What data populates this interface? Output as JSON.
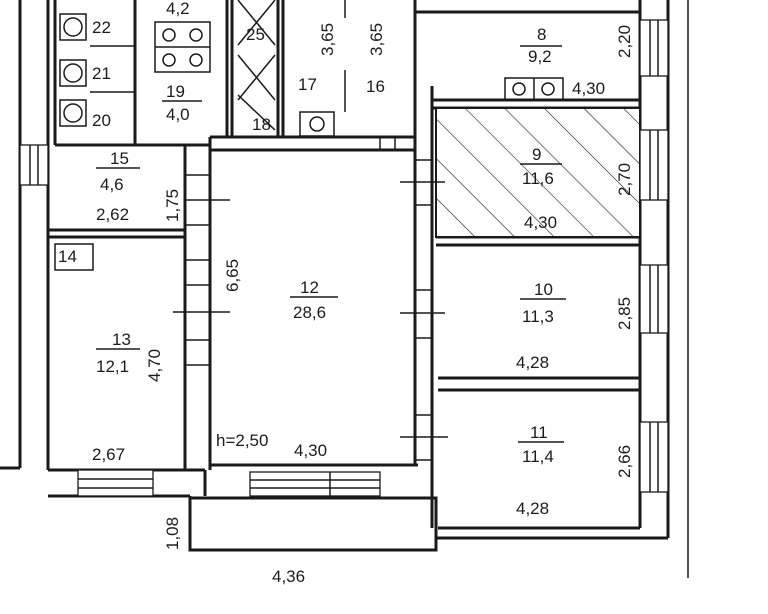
{
  "rooms": [
    {
      "id": "room-22",
      "number": "22"
    },
    {
      "id": "room-21",
      "number": "21"
    },
    {
      "id": "room-20",
      "number": "20"
    },
    {
      "id": "room-top-left",
      "area": "4,2"
    },
    {
      "id": "room-19",
      "number": "19",
      "area": "4,0"
    },
    {
      "id": "room-25",
      "number": "25"
    },
    {
      "id": "room-18",
      "number": "18"
    },
    {
      "id": "room-17",
      "number": "17"
    },
    {
      "id": "room-16",
      "number": "16"
    },
    {
      "id": "room-8",
      "number": "8",
      "area": "9,2"
    },
    {
      "id": "room-15",
      "number": "15",
      "area": "4,6"
    },
    {
      "id": "room-14",
      "number": "14"
    },
    {
      "id": "room-9",
      "number": "9",
      "area": "11,6"
    },
    {
      "id": "room-12",
      "number": "12",
      "area": "28,6"
    },
    {
      "id": "room-13",
      "number": "13",
      "area": "12,1"
    },
    {
      "id": "room-10",
      "number": "10",
      "area": "11,3"
    },
    {
      "id": "room-11",
      "number": "11",
      "area": "11,4"
    }
  ],
  "dimensions": {
    "d_3_65_a": "3,65",
    "d_3_65_b": "3,65",
    "d_2_20": "2,20",
    "d_4_30_top": "4,30",
    "d_1_75": "1,75",
    "d_2_62": "2,62",
    "d_2_70": "2,70",
    "d_4_30_r9": "4,30",
    "d_6_65": "6,65",
    "d_2_85": "2,85",
    "d_4_70": "4,70",
    "d_4_28_r10": "4,28",
    "d_2_67": "2,67",
    "d_h": "h=2,50",
    "d_4_30_r12": "4,30",
    "d_2_66": "2,66",
    "d_4_28_r11": "4,28",
    "d_1_08": "1,08",
    "d_4_36": "4,36"
  }
}
